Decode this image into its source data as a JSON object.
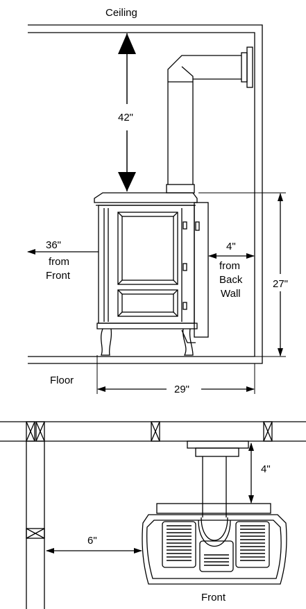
{
  "side_view": {
    "ceiling_label": "Ceiling",
    "floor_label": "Floor",
    "dim_top": "42\"",
    "dim_front_value": "36\"",
    "dim_front_line2": "from",
    "dim_front_line3": "Front",
    "dim_back_value": "4\"",
    "dim_back_line2": "from",
    "dim_back_line3": "Back",
    "dim_back_line4": "Wall",
    "dim_height": "27\"",
    "dim_width": "29\""
  },
  "top_view": {
    "dim_back": "4\"",
    "dim_side": "6\"",
    "front_label": "Front"
  },
  "colors": {
    "line": "#000000",
    "background": "#ffffff"
  }
}
